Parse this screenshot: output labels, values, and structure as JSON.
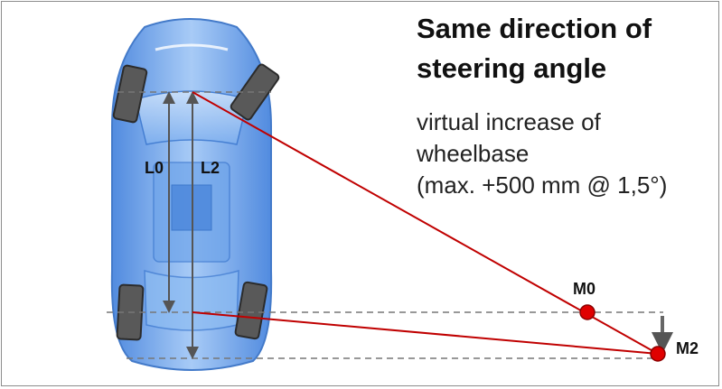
{
  "title_lines": [
    "Same direction of",
    "steering angle"
  ],
  "description_lines": [
    "virtual increase of",
    "wheelbase",
    "(max. +500 mm @ 1,5°)"
  ],
  "labels": {
    "l0": "L0",
    "l2": "L2",
    "m0": "M0",
    "m2": "M2"
  },
  "colors": {
    "car_body": "#4f8fe6",
    "tire": "#595959",
    "line": "#c00000",
    "point": "#e00000",
    "dashed": "#777777",
    "arrow": "#666666"
  }
}
